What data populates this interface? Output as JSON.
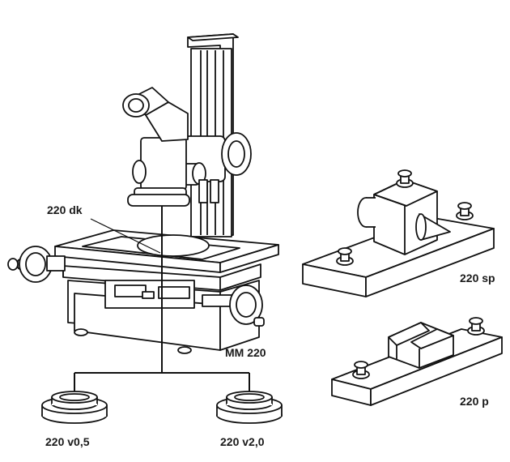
{
  "labels": {
    "dk": "220 dk",
    "mm": "MM 220",
    "sp": "220 sp",
    "p": "220 p",
    "v05": "220 v0,5",
    "v20": "220 v2,0"
  }
}
